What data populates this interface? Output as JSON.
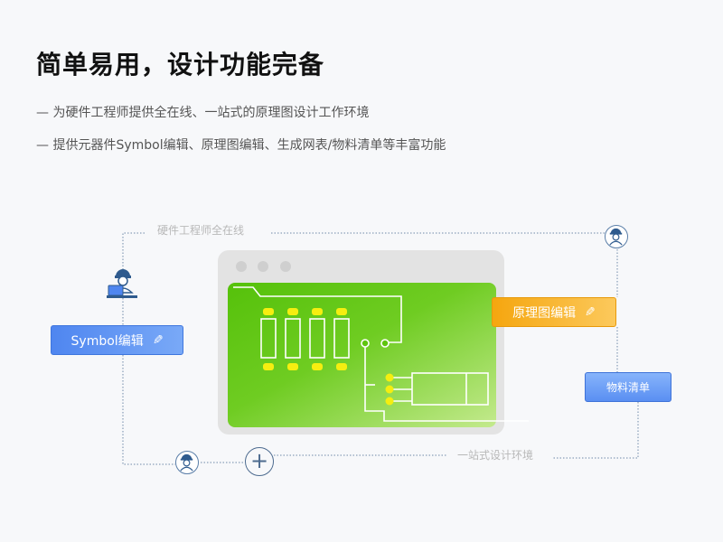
{
  "header": {
    "title": "简单易用，设计功能完备",
    "line1": "— 为硬件工程师提供全在线、一站式的原理图设计工作环境",
    "line2": "— 提供元器件Symbol编辑、原理图编辑、生成网表/物料清单等丰富功能"
  },
  "diagram": {
    "label_top": "硬件工程师全在线",
    "label_bottom": "一站式设计环境",
    "badge_symbol": "Symbol编辑",
    "badge_schematic": "原理图编辑",
    "badge_bom": "物料清单",
    "plus_label": "+",
    "pencil_icon": "✎"
  },
  "colors": {
    "accent_blue": "#4f86f0",
    "accent_orange": "#f5a60f",
    "pcb_green": "#5ec50e",
    "connector_line": "#4d6b8f"
  }
}
